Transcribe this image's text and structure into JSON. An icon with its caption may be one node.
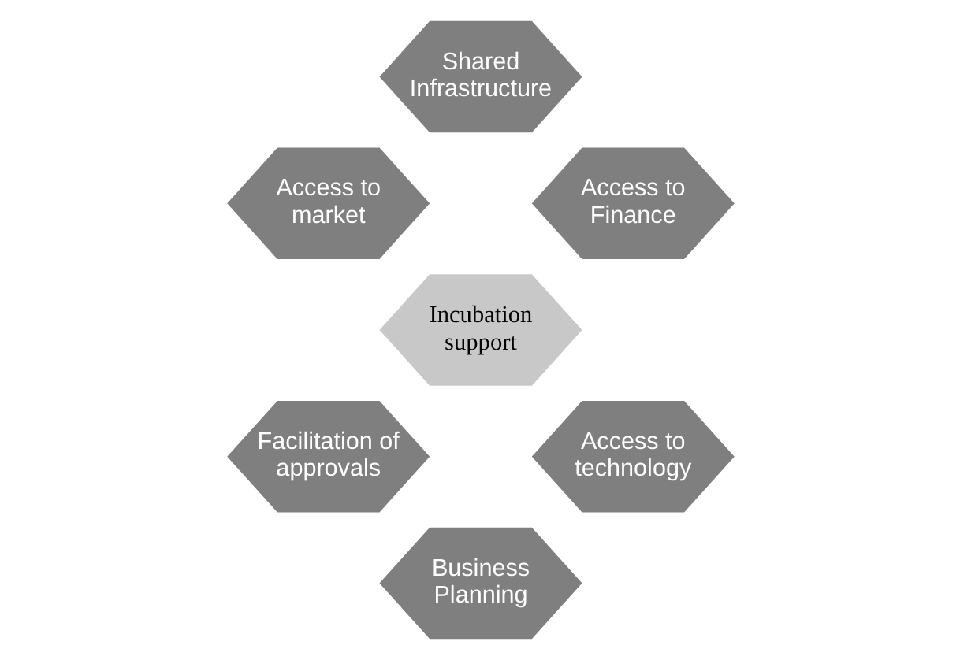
{
  "diagram": {
    "nodes": [
      {
        "text": [
          "Shared Infrastructure"
        ]
      },
      {
        "text": [
          "Access to market"
        ]
      },
      {
        "text": [
          "Access to Finance"
        ]
      },
      {
        "text": [
          "Incubation support"
        ]
      },
      {
        "text": [
          "Facilitation of approvals"
        ]
      },
      {
        "text": [
          "Access to technology"
        ]
      },
      {
        "text": [
          "Business Planning"
        ]
      }
    ],
    "edges": []
  }
}
